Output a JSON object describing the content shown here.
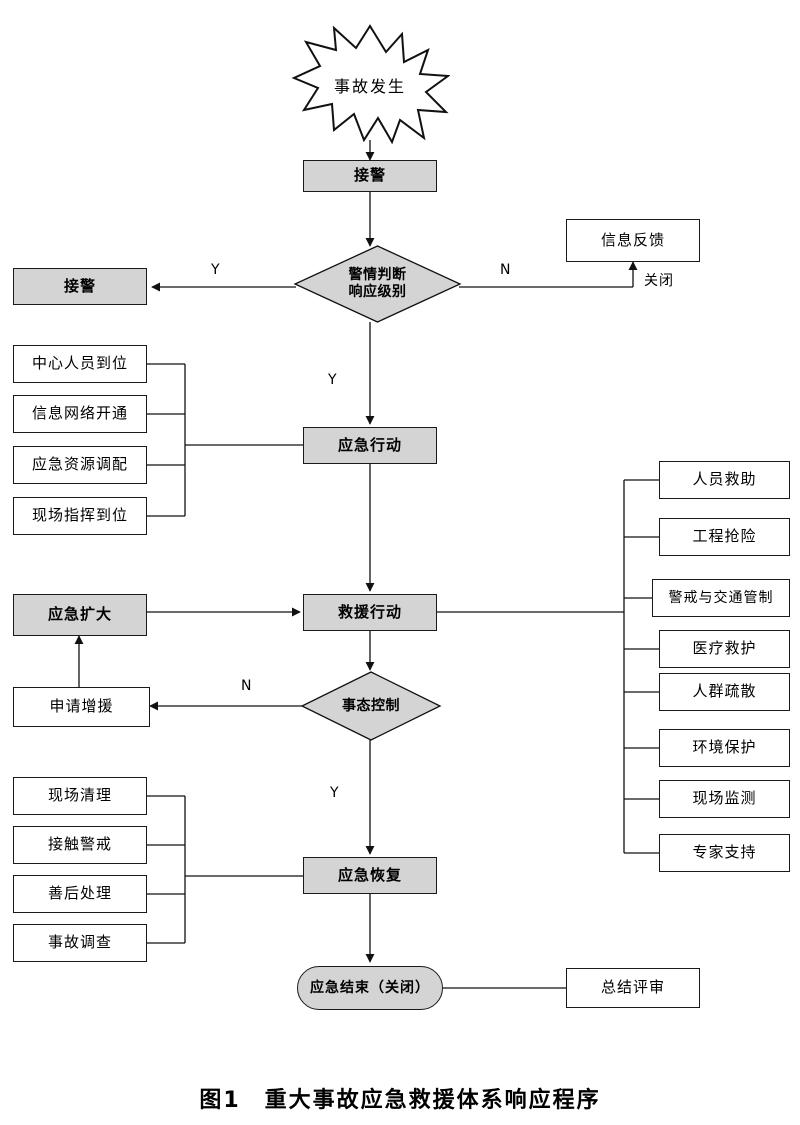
{
  "caption": "图1　重大事故应急救援体系响应程序",
  "colors": {
    "process_fill": "#d4d4d4",
    "plain_fill": "#ffffff",
    "stroke": "#1a1a1a"
  },
  "flow": {
    "start": {
      "label": "事故发生",
      "shape": "starburst"
    },
    "main_chain": [
      {
        "id": "receive-alert",
        "label": "接警",
        "shape": "process",
        "fill": "gray"
      },
      {
        "id": "alert-judgement",
        "label_line1": "警情判断",
        "label_line2": "响应级别",
        "shape": "decision",
        "fill": "gray"
      },
      {
        "id": "emergency-action",
        "label": "应急行动",
        "shape": "process",
        "fill": "gray"
      },
      {
        "id": "rescue-action",
        "label": "救援行动",
        "shape": "process",
        "fill": "gray"
      },
      {
        "id": "situation-control",
        "label": "事态控制",
        "shape": "decision",
        "fill": "gray"
      },
      {
        "id": "emergency-recovery",
        "label": "应急恢复",
        "shape": "process",
        "fill": "gray"
      },
      {
        "id": "emergency-end",
        "label": "应急结束（关闭）",
        "shape": "terminator",
        "fill": "gray"
      }
    ],
    "side_nodes": [
      {
        "id": "receive-alert-left",
        "label": "接警",
        "fill": "gray"
      },
      {
        "id": "information-feedback",
        "label": "信息反馈",
        "fill": "white"
      },
      {
        "id": "emergency-escalation",
        "label": "应急扩大",
        "fill": "gray"
      },
      {
        "id": "request-reinforcement",
        "label": "申请增援",
        "fill": "white"
      },
      {
        "id": "summary-review",
        "label": "总结评审",
        "fill": "white"
      }
    ],
    "preparation_group": [
      {
        "id": "center-staff-in-place",
        "label": "中心人员到位"
      },
      {
        "id": "info-network-open",
        "label": "信息网络开通"
      },
      {
        "id": "resource-allocation",
        "label": "应急资源调配"
      },
      {
        "id": "onsite-command-in-place",
        "label": "现场指挥到位"
      }
    ],
    "rescue_tasks_group": [
      {
        "id": "personnel-rescue",
        "label": "人员救助"
      },
      {
        "id": "engineering-rescue",
        "label": "工程抢险"
      },
      {
        "id": "cordon-traffic-control",
        "label": "警戒与交通管制"
      },
      {
        "id": "medical-aid",
        "label": "医疗救护"
      },
      {
        "id": "crowd-evacuation",
        "label": "人群疏散"
      },
      {
        "id": "environmental-protection",
        "label": "环境保护"
      },
      {
        "id": "onsite-monitoring",
        "label": "现场监测"
      },
      {
        "id": "expert-support",
        "label": "专家支持"
      }
    ],
    "recovery_group": [
      {
        "id": "site-cleanup",
        "label": "现场清理"
      },
      {
        "id": "contact-cordon",
        "label": "接触警戒"
      },
      {
        "id": "aftermath-handling",
        "label": "善后处理"
      },
      {
        "id": "accident-investigation",
        "label": "事故调查"
      }
    ],
    "edge_labels": {
      "judgement_yes": "Y",
      "judgement_no": "N",
      "judgement_close": "关闭",
      "judgement_down_yes": "Y",
      "control_no": "N",
      "control_yes": "Y"
    }
  }
}
